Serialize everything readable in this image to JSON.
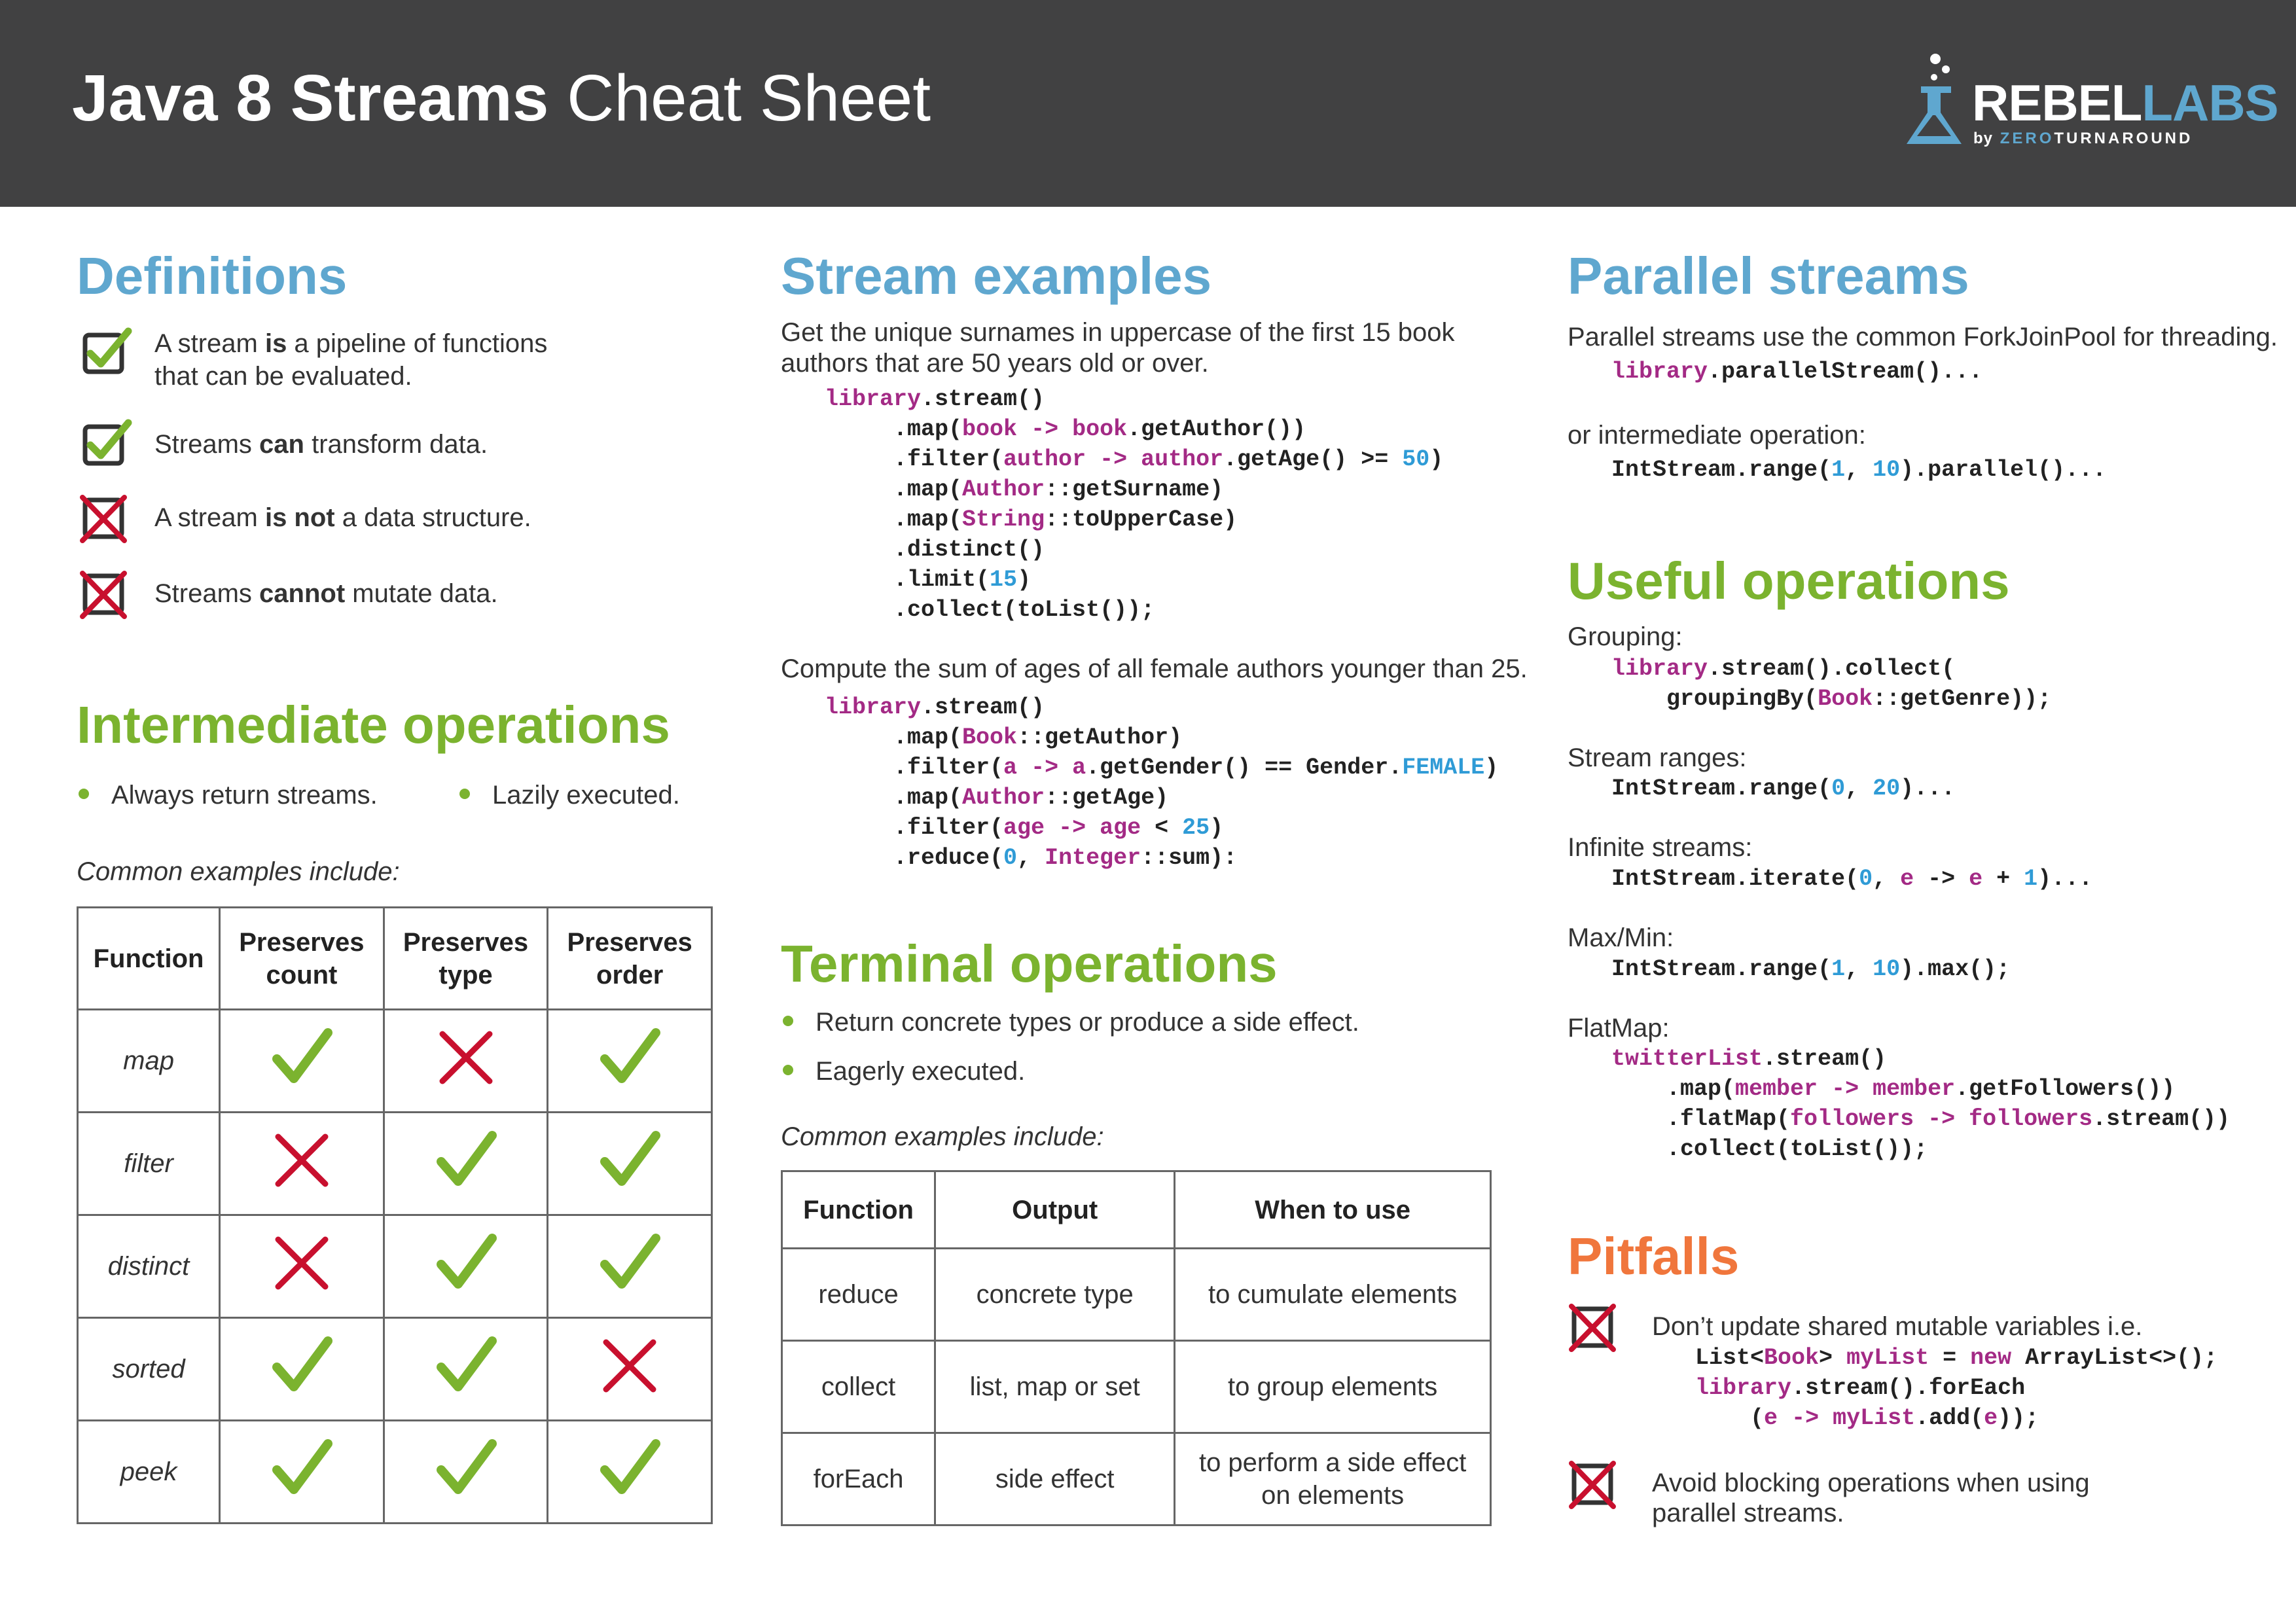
{
  "header": {
    "title_bold": "Java 8 Streams",
    "title_light": "Cheat Sheet",
    "logo_rebel": "REBEL",
    "logo_labs": "LABS",
    "logo_by": "by",
    "logo_zero": "ZERO",
    "logo_turnaround": "TURNAROUND"
  },
  "colors": {
    "blue": "#5fa7cf",
    "green": "#7bb32f",
    "orange": "#f0763c",
    "code_keyword": "#a32a85",
    "code_number": "#2f9bd6",
    "header_bg": "#414142"
  },
  "definitions": {
    "heading": "Definitions",
    "items": [
      {
        "icon": "check-box-icon",
        "pre": "A stream ",
        "bold": "is",
        "post": " a pipeline of functions",
        "line2": "that can be evaluated."
      },
      {
        "icon": "check-box-icon",
        "pre": "Streams ",
        "bold": "can",
        "post": " transform data.",
        "line2": ""
      },
      {
        "icon": "cross-box-icon",
        "pre": "A stream ",
        "bold": "is not",
        "post": " a data structure.",
        "line2": ""
      },
      {
        "icon": "cross-box-icon",
        "pre": "Streams ",
        "bold": "cannot",
        "post": " mutate data.",
        "line2": ""
      }
    ]
  },
  "intermediate": {
    "heading": "Intermediate operations",
    "bullet1": "Always return streams.",
    "bullet2": "Lazily executed.",
    "examples_label": "Common examples include:",
    "columns": [
      "Function",
      "Preserves count",
      "Preserves type",
      "Preserves order"
    ],
    "col_lines": [
      [
        "Function"
      ],
      [
        "Preserves",
        "count"
      ],
      [
        "Preserves",
        "type"
      ],
      [
        "Preserves",
        "order"
      ]
    ],
    "rows": [
      {
        "fn": "map",
        "count": true,
        "type": false,
        "order": true
      },
      {
        "fn": "filter",
        "count": false,
        "type": true,
        "order": true
      },
      {
        "fn": "distinct",
        "count": false,
        "type": true,
        "order": true
      },
      {
        "fn": "sorted",
        "count": true,
        "type": true,
        "order": false
      },
      {
        "fn": "peek",
        "count": true,
        "type": true,
        "order": true
      }
    ]
  },
  "stream_examples": {
    "heading": "Stream examples",
    "desc1_line1": "Get the unique surnames in uppercase of the first 15 book",
    "desc1_line2": "authors that are 50 years old or over.",
    "desc2": "Compute the sum of ages of all female authors younger than 25."
  },
  "terminal": {
    "heading": "Terminal operations",
    "bullet1": "Return concrete types or produce a side effect.",
    "bullet2": "Eagerly executed.",
    "examples_label": "Common examples include:",
    "columns": [
      "Function",
      "Output",
      "When to use"
    ],
    "rows": [
      {
        "fn": "reduce",
        "output": "concrete type",
        "when": "to cumulate elements",
        "when2": ""
      },
      {
        "fn": "collect",
        "output": "list, map or set",
        "when": "to group elements",
        "when2": ""
      },
      {
        "fn": "forEach",
        "output": "side effect",
        "when": "to perform a side effect",
        "when2": "on elements"
      }
    ]
  },
  "parallel": {
    "heading": "Parallel streams",
    "desc": "Parallel streams use the common ForkJoinPool for threading.",
    "or_label": "or intermediate operation:"
  },
  "useful": {
    "heading": "Useful operations",
    "grouping": "Grouping:",
    "ranges": "Stream ranges:",
    "infinite": "Infinite streams:",
    "maxmin": "Max/Min:",
    "flatmap": "FlatMap:"
  },
  "pitfalls": {
    "heading": "Pitfalls",
    "item1": "Don’t update shared mutable variables i.e.",
    "item2_line1": "Avoid blocking operations when using",
    "item2_line2": "parallel streams."
  }
}
